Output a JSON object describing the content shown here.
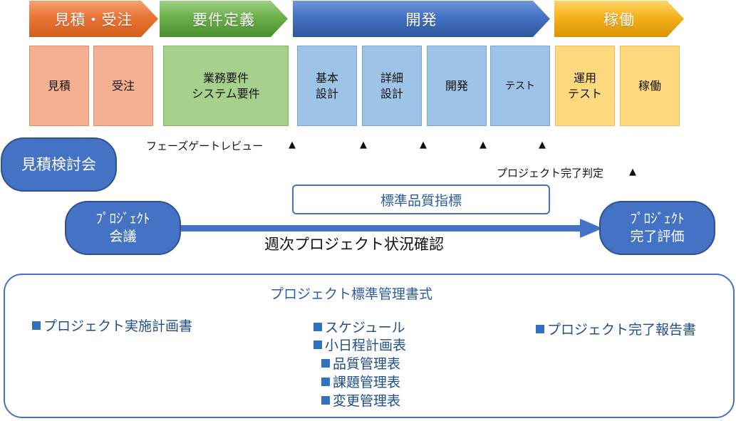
{
  "phases": [
    {
      "label": "見積・受注",
      "color": "#ea7434"
    },
    {
      "label": "要件定義",
      "color": "#6ab04a"
    },
    {
      "label": "開発",
      "color": "#4472c4"
    },
    {
      "label": "稼働",
      "color": "#f5b21b"
    }
  ],
  "tasks": [
    {
      "label": "見積"
    },
    {
      "label": "受注"
    },
    {
      "label": "業務要件\nシステム要件"
    },
    {
      "label": "基本\n設計"
    },
    {
      "label": "詳細\n設計"
    },
    {
      "label": "開発"
    },
    {
      "label": "テスト"
    },
    {
      "label": "運用\nテスト"
    },
    {
      "label": "稼働"
    }
  ],
  "gates": {
    "phase_gate_label": "フェーズゲートレビュー",
    "completion_label": "プロジェクト完了判定",
    "marker": "▲"
  },
  "estimate_meeting": "見積検討会",
  "standard_quality": "標準品質指標",
  "project_meeting": "ﾌﾟﾛｼﾞｪｸﾄ\n会議",
  "weekly_check": "週次プロジェクト状況確認",
  "completion_eval": "ﾌﾟﾛｼﾞｪｸﾄ\n完了評価",
  "forms": {
    "title": "プロジェクト標準管理書式",
    "marker": "■",
    "items": [
      "プロジェクト実施計画書",
      "スケジュール",
      "小日程計画表",
      "品質管理表",
      "課題管理表",
      "変更管理表",
      "プロジェクト完了報告書"
    ]
  },
  "colors": {
    "accent_blue": "#4472c4",
    "text_blue": "#2e5c9e"
  }
}
